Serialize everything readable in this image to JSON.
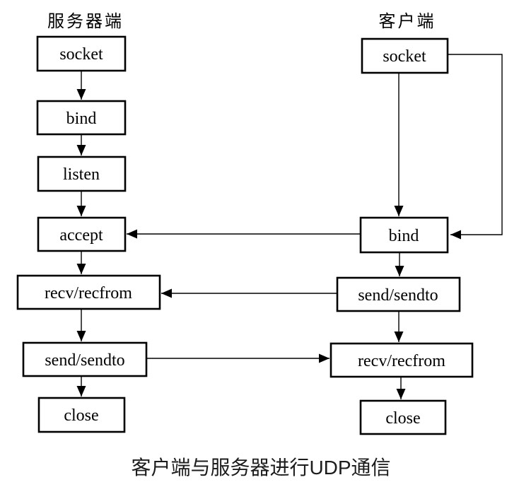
{
  "headers": {
    "server": "服务器端",
    "client": "客户端"
  },
  "server_flow": [
    "socket",
    "bind",
    "listen",
    "accept",
    "recv/recfrom",
    "send/sendto",
    "close"
  ],
  "client_flow": [
    "socket",
    "bind",
    "send/sendto",
    "recv/recfrom",
    "close"
  ],
  "caption": "客户端与服务器进行UDP通信",
  "colors": {
    "line": "#000000",
    "box_border": "#000000",
    "box_fill": "#ffffff",
    "background": "#ffffff",
    "caption_text": "#1c1c1c"
  }
}
